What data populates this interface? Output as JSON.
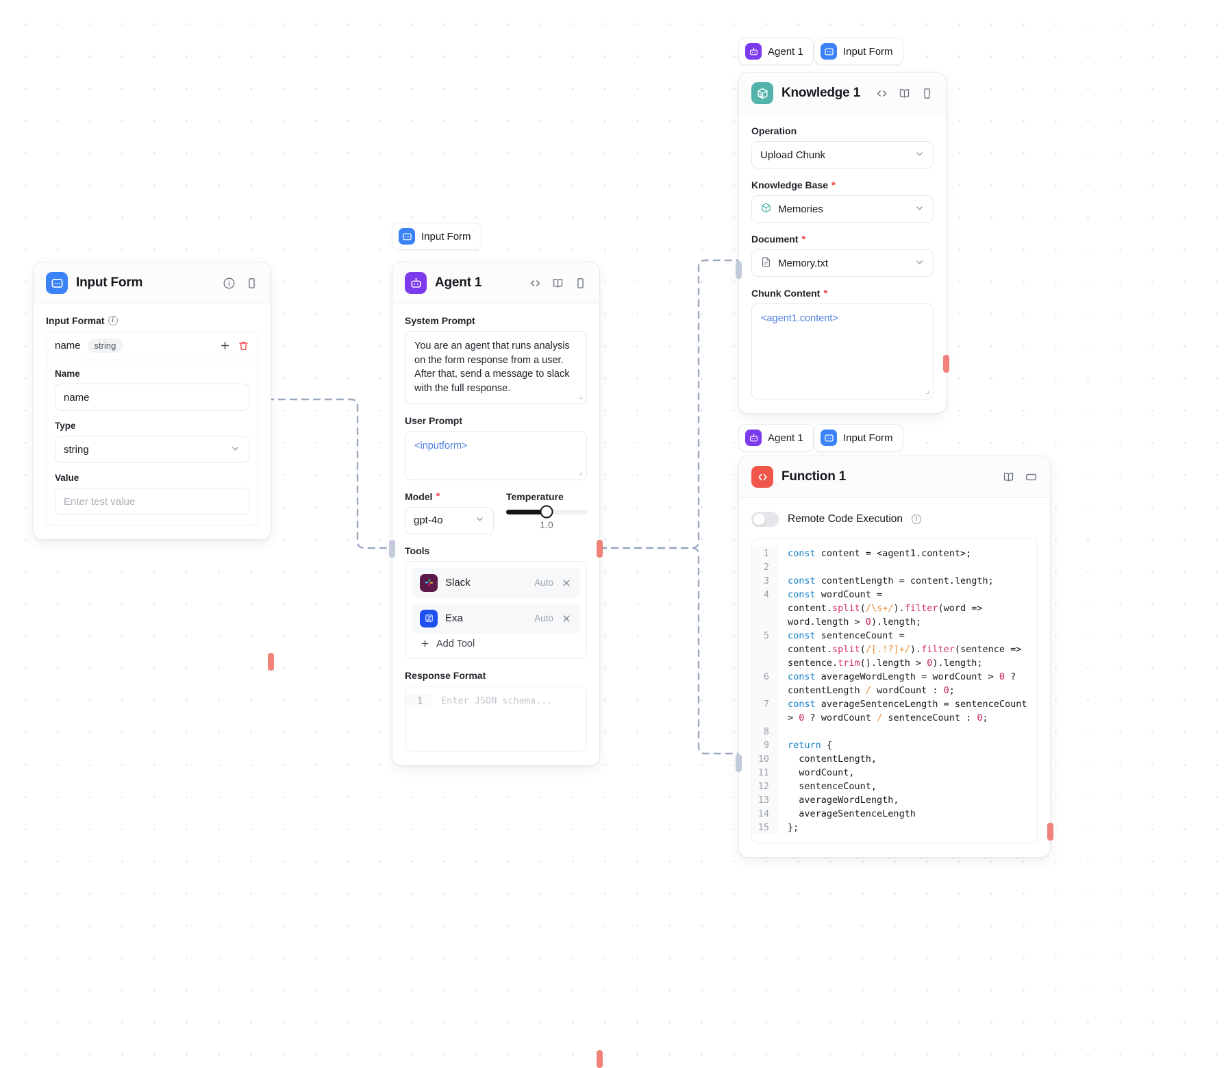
{
  "canvas": {
    "background": "#ffffff",
    "dot_color": "#dadde3"
  },
  "colors": {
    "input_form": "#3b82f6",
    "agent": "#7c3aed",
    "knowledge": "#53b3ab",
    "function": "#f0564a",
    "port_in": "#c3cbdb",
    "port_out": "#f08279",
    "edge": "#9aa8c0",
    "required": "#ef4444"
  },
  "nodes": {
    "input_form": {
      "title": "Input Form",
      "icon": "input-form-icon",
      "actions": [
        "info-icon",
        "panel-icon"
      ],
      "input_format_label": "Input Format",
      "field": {
        "name_chip": "name",
        "type_chip": "string",
        "add_label": "+",
        "delete_label": "delete-icon",
        "name_label": "Name",
        "name_value": "name",
        "type_label": "Type",
        "type_value": "string",
        "value_label": "Value",
        "value_placeholder": "Enter test value"
      }
    },
    "agent_pill_center": {
      "label": "Input Form",
      "icon": "input-form-icon"
    },
    "agent": {
      "title": "Agent 1",
      "icon": "agent-icon",
      "actions": [
        "code-icon",
        "book-icon",
        "panel-icon"
      ],
      "system_prompt_label": "System Prompt",
      "system_prompt_value": "You are an agent that runs analysis on the form response from a user. After that, send a message to slack with the full response.",
      "user_prompt_label": "User Prompt",
      "user_prompt_value": "<inputform>",
      "model_label": "Model",
      "model_value": "gpt-4o",
      "temperature_label": "Temperature",
      "temperature_value": "1.0",
      "temperature_percent": 50,
      "tools_label": "Tools",
      "tools": [
        {
          "name": "Slack",
          "mode": "Auto",
          "icon": "slack-icon"
        },
        {
          "name": "Exa",
          "mode": "Auto",
          "icon": "exa-icon"
        }
      ],
      "add_tool_label": "Add Tool",
      "response_format_label": "Response Format",
      "response_format_placeholder": "Enter JSON schema...",
      "response_format_line_no": "1"
    },
    "knowledge": {
      "pills": [
        {
          "label": "Agent 1",
          "icon": "agent-icon"
        },
        {
          "label": "Input Form",
          "icon": "input-form-icon"
        }
      ],
      "title": "Knowledge 1",
      "icon": "knowledge-icon",
      "actions": [
        "code-icon",
        "book-icon",
        "panel-icon"
      ],
      "operation_label": "Operation",
      "operation_value": "Upload Chunk",
      "knowledge_base_label": "Knowledge Base",
      "knowledge_base_required": true,
      "knowledge_base_value": "Memories",
      "document_label": "Document",
      "document_required": true,
      "document_value": "Memory.txt",
      "chunk_content_label": "Chunk Content",
      "chunk_content_required": true,
      "chunk_content_value": "<agent1.content>"
    },
    "function": {
      "pills": [
        {
          "label": "Agent 1",
          "icon": "agent-icon"
        },
        {
          "label": "Input Form",
          "icon": "input-form-icon"
        }
      ],
      "title": "Function 1",
      "icon": "function-icon",
      "actions": [
        "book-icon",
        "window-icon"
      ],
      "remote_label": "Remote Code Execution",
      "remote_enabled": false,
      "code_lines": [
        {
          "n": "1",
          "tokens": [
            [
              "k",
              "const "
            ],
            [
              "pl",
              "content = <agent1.content>;"
            ]
          ]
        },
        {
          "n": "2",
          "tokens": [
            [
              "pl",
              ""
            ]
          ]
        },
        {
          "n": "3",
          "tokens": [
            [
              "k",
              "const "
            ],
            [
              "pl",
              "contentLength = content.length;"
            ]
          ]
        },
        {
          "n": "4",
          "tokens": [
            [
              "k",
              "const "
            ],
            [
              "pl",
              "wordCount = content."
            ],
            [
              "fn",
              "split"
            ],
            [
              "pl",
              "("
            ],
            [
              "rg",
              "/\\s+/"
            ],
            [
              "pl",
              ")."
            ],
            [
              "fn",
              "filter"
            ],
            [
              "pl",
              "(word => word.length > "
            ],
            [
              "num",
              "0"
            ],
            [
              "pl",
              ").length;"
            ]
          ]
        },
        {
          "n": "5",
          "tokens": [
            [
              "k",
              "const "
            ],
            [
              "pl",
              "sentenceCount = content."
            ],
            [
              "fn",
              "split"
            ],
            [
              "pl",
              "("
            ],
            [
              "rg",
              "/[.!?]+/"
            ],
            [
              "pl",
              ")."
            ],
            [
              "fn",
              "filter"
            ],
            [
              "pl",
              "(sentence => sentence."
            ],
            [
              "fn",
              "trim"
            ],
            [
              "pl",
              "().length > "
            ],
            [
              "num",
              "0"
            ],
            [
              "pl",
              ").length;"
            ]
          ]
        },
        {
          "n": "6",
          "tokens": [
            [
              "k",
              "const "
            ],
            [
              "pl",
              "averageWordLength = wordCount > "
            ],
            [
              "num",
              "0"
            ],
            [
              "pl",
              " ? contentLength "
            ],
            [
              "rg",
              "/"
            ],
            [
              "pl",
              " wordCount : "
            ],
            [
              "num",
              "0"
            ],
            [
              "pl",
              ";"
            ]
          ]
        },
        {
          "n": "7",
          "tokens": [
            [
              "k",
              "const "
            ],
            [
              "pl",
              "averageSentenceLength = sentenceCount > "
            ],
            [
              "num",
              "0"
            ],
            [
              "pl",
              " ? wordCount "
            ],
            [
              "rg",
              "/"
            ],
            [
              "pl",
              " sentenceCount : "
            ],
            [
              "num",
              "0"
            ],
            [
              "pl",
              ";"
            ]
          ]
        },
        {
          "n": "8",
          "tokens": [
            [
              "pl",
              ""
            ]
          ]
        },
        {
          "n": "9",
          "tokens": [
            [
              "k",
              "return "
            ],
            [
              "pl",
              "{"
            ]
          ]
        },
        {
          "n": "10",
          "tokens": [
            [
              "pl",
              "  contentLength,"
            ]
          ]
        },
        {
          "n": "11",
          "tokens": [
            [
              "pl",
              "  wordCount,"
            ]
          ]
        },
        {
          "n": "12",
          "tokens": [
            [
              "pl",
              "  sentenceCount,"
            ]
          ]
        },
        {
          "n": "13",
          "tokens": [
            [
              "pl",
              "  averageWordLength,"
            ]
          ]
        },
        {
          "n": "14",
          "tokens": [
            [
              "pl",
              "  averageSentenceLength"
            ]
          ]
        },
        {
          "n": "15",
          "tokens": [
            [
              "pl",
              "};"
            ]
          ]
        }
      ]
    }
  }
}
